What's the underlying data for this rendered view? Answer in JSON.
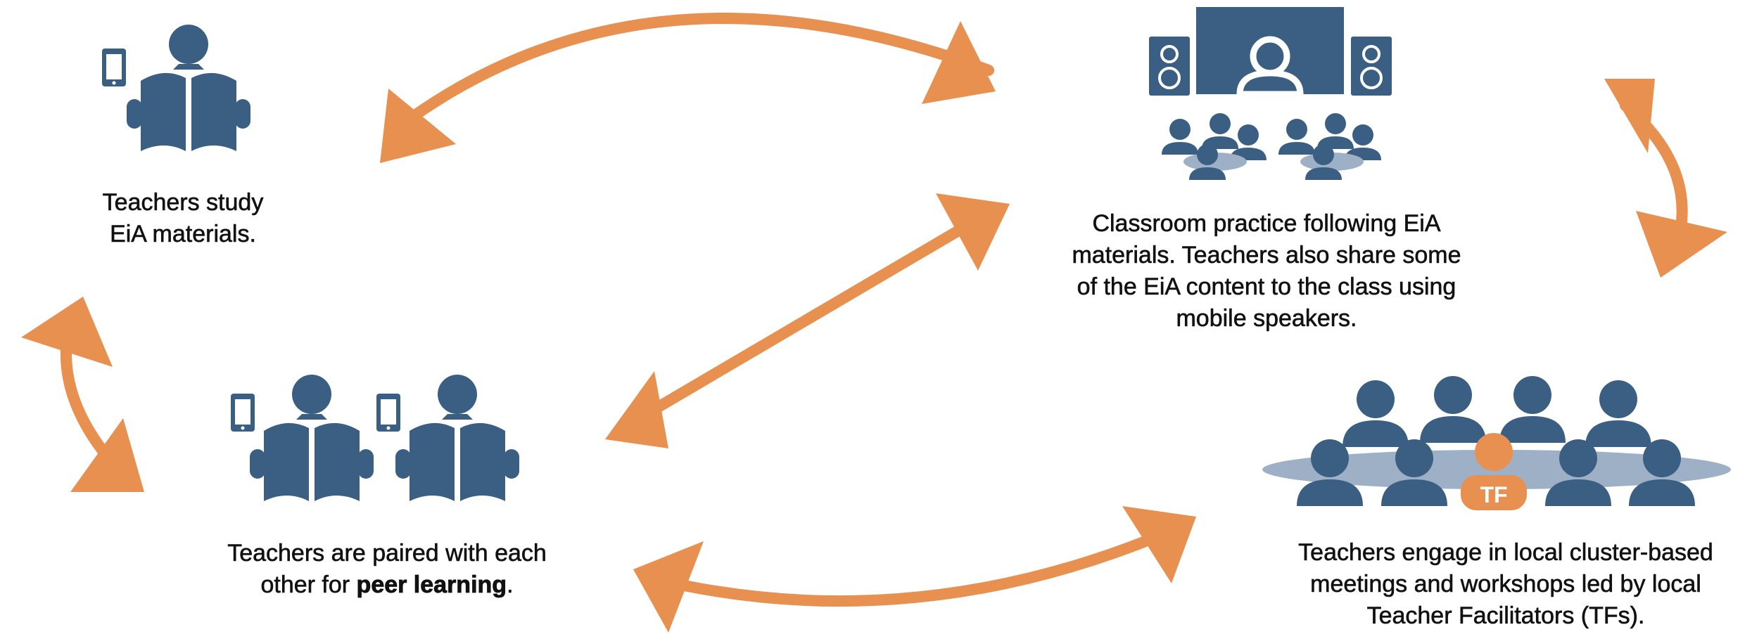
{
  "nodes": {
    "study": {
      "line1": "Teachers study",
      "line2": "EiA materials."
    },
    "classroom": {
      "line1": "Classroom practice following EiA",
      "line2": "materials. Teachers also share some",
      "line3": "of the EiA content to the class using",
      "line4": "mobile speakers."
    },
    "peer": {
      "line1": "Teachers are paired with each",
      "line2_prefix": "other for ",
      "line2_bold": "peer learning",
      "line2_suffix": "."
    },
    "cluster": {
      "line1": "Teachers engage in local cluster-based",
      "line2": "meetings and workshops led by local",
      "line3": "Teacher Facilitators (TFs).",
      "badge": "TF"
    }
  },
  "colors": {
    "icon": "#3b5f83",
    "arrow": "#e8904f",
    "table": "#9db0c6",
    "text": "#111111"
  },
  "icons": [
    "phone-icon",
    "reading-teacher-icon",
    "speaker-icon",
    "screen-presenter-icon",
    "student-group-icon",
    "facilitator-icon"
  ]
}
